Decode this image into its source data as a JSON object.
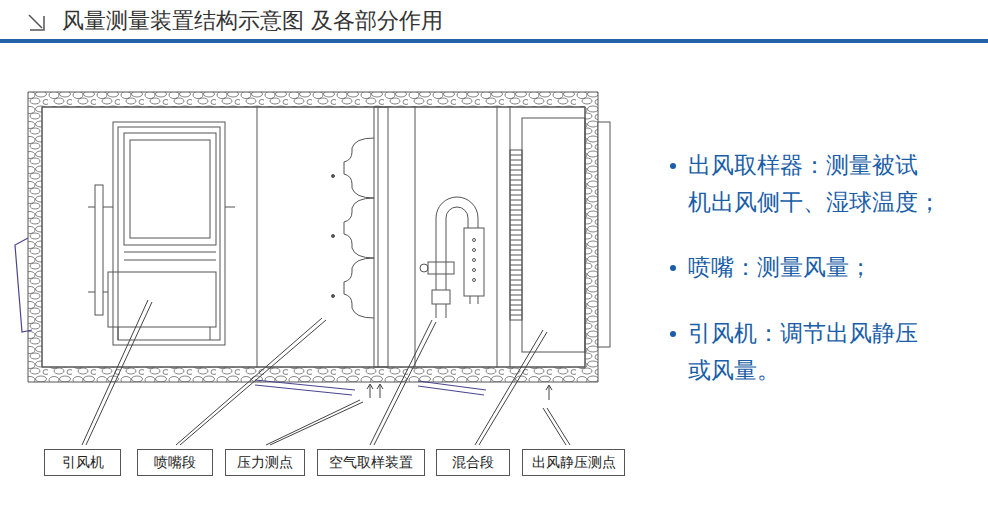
{
  "diagram": {
    "title": "风量测量装置结构示意图 及各部分作用",
    "nodes": [
      {
        "text": [
          "引风机"
        ]
      },
      {
        "text": [
          "喷嘴段"
        ]
      },
      {
        "text": [
          "压力测点"
        ]
      },
      {
        "text": [
          "空气取样装置"
        ]
      },
      {
        "text": [
          "混合段"
        ]
      },
      {
        "text": [
          "出风静压测点"
        ]
      }
    ],
    "labels": [
      "出风取样器：测量被试 机出风侧干、湿球温度；",
      "喷嘴：测量风量；",
      "引风机：调节出风静压 或风量。"
    ]
  }
}
